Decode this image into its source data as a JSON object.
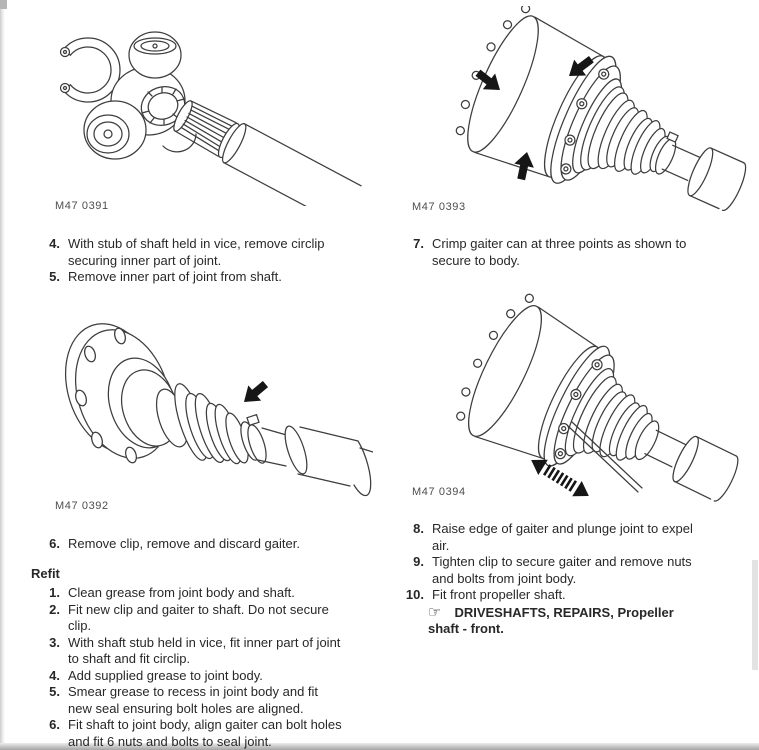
{
  "figures": {
    "fig1": {
      "label": "M47 0391",
      "name": "circlip-and-tripod-joint-with-splined-shaft"
    },
    "fig2": {
      "label": "M47 0393",
      "name": "gaiter-can-crimp-points-with-arrows"
    },
    "fig3": {
      "label": "M47 0392",
      "name": "flange-gaiter-clip-with-arrow"
    },
    "fig4": {
      "label": "M47 0394",
      "name": "gaiter-edge-raised-plunge-joint"
    }
  },
  "left_column": {
    "top_steps": [
      {
        "num": "4.",
        "text": "With stub of shaft held in vice, remove circlip\nsecuring inner part of joint."
      },
      {
        "num": "5.",
        "text": "Remove inner part of joint from shaft."
      }
    ],
    "mid_step": {
      "num": "6.",
      "text": "Remove clip, remove and discard gaiter."
    },
    "refit_heading": "Refit",
    "refit_steps": [
      {
        "num": "1.",
        "text": "Clean grease from joint body and shaft."
      },
      {
        "num": "2.",
        "text": "Fit new clip and gaiter to shaft. Do not secure\nclip."
      },
      {
        "num": "3.",
        "text": "With shaft stub held in vice, fit inner part of joint\nto shaft and fit circlip."
      },
      {
        "num": "4.",
        "text": "Add supplied grease to joint body."
      },
      {
        "num": "5.",
        "text": "Smear grease to recess in joint body and fit\nnew seal ensuring bolt holes are aligned."
      },
      {
        "num": "6.",
        "text": "Fit shaft to joint body, align gaiter can bolt holes\nand fit 6 nuts and bolts to seal joint."
      }
    ]
  },
  "right_column": {
    "top_step": {
      "num": "7.",
      "text": "Crimp gaiter can at three points as shown to\nsecure to body."
    },
    "steps": [
      {
        "num": "8.",
        "text": "Raise edge of gaiter and plunge joint to expel\nair."
      },
      {
        "num": "9.",
        "text": "Tighten clip to secure gaiter and remove nuts\nand bolts from joint body."
      },
      {
        "num": "10.",
        "text": "Fit front propeller shaft."
      }
    ],
    "reference": {
      "icon": "☞",
      "text": "DRIVESHAFTS, REPAIRS, Propeller\nshaft - front."
    }
  }
}
